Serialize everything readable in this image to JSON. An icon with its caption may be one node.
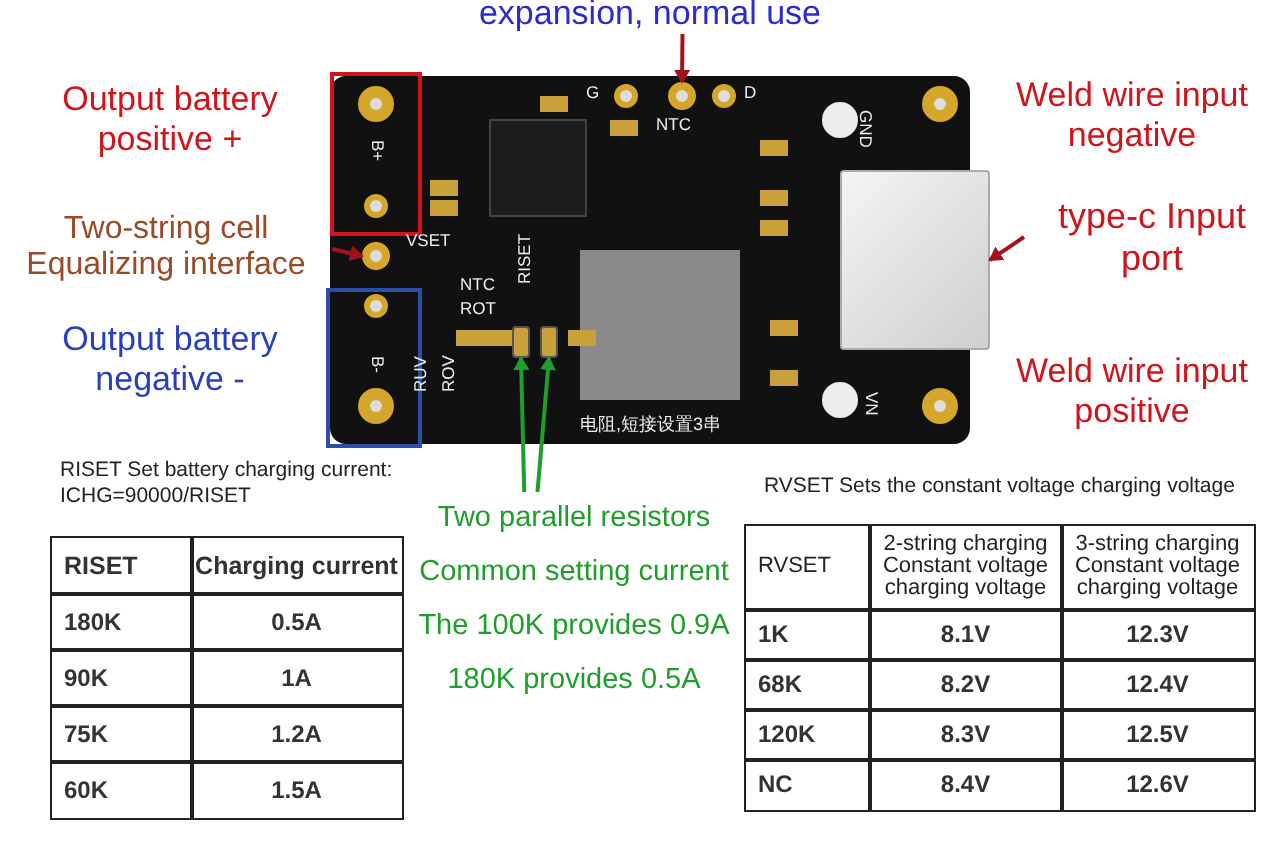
{
  "diagram": {
    "nodes": [
      {
        "text": [
          "expansion, normal use"
        ]
      },
      {
        "text": [],
        "shape": "circle"
      },
      {
        "text": [
          "Two-string cell Equalizing interface"
        ]
      },
      {
        "text": [],
        "shape": "circle"
      },
      {
        "text": [
          "type-c Input port"
        ]
      },
      {
        "text": [],
        "shape": "box"
      },
      {
        "text": [
          "Two parallel resistors",
          "Common setting current",
          "The 100K provides 0.9A",
          "180K provides 0.5A"
        ]
      },
      {
        "text": [],
        "shape": "box"
      },
      {
        "text": [],
        "shape": "box"
      }
    ],
    "edges": [
      {
        "from": 0,
        "to": 1,
        "arrow": "to"
      },
      {
        "from": 2,
        "to": 3,
        "arrow": "to"
      },
      {
        "from": 4,
        "to": 5,
        "arrow": "to"
      },
      {
        "from": 6,
        "to": 7,
        "arrow": "to",
        "color": "#1e9e2a"
      },
      {
        "from": 6,
        "to": 8,
        "arrow": "to",
        "color": "#1e9e2a"
      }
    ],
    "labels": [
      "Output battery positive +",
      "Output battery negative -",
      "Weld wire input negative",
      "Weld wire input positive",
      "B+",
      "B-",
      "VSET",
      "NTC",
      "ROT",
      "RISET",
      "RUV",
      "ROV",
      "G",
      "NTC",
      "D",
      "GND",
      "VN",
      "电阻,短接设置3串",
      "RISET Set battery charging current:",
      "ICHG=90000/RISET",
      "RISET",
      "Charging current",
      "180K",
      "0.5A",
      "90K",
      "1A",
      "75K",
      "1.2A",
      "60K",
      "1.5A",
      "RVSET Sets the constant voltage charging voltage",
      "RVSET",
      "2-string charging Constant voltage charging voltage",
      "3-string charging Constant voltage charging voltage",
      "1K",
      "8.1V",
      "12.3V",
      "68K",
      "8.2V",
      "12.4V",
      "120K",
      "8.3V",
      "12.5V",
      "NC",
      "8.4V",
      "12.6V"
    ]
  }
}
